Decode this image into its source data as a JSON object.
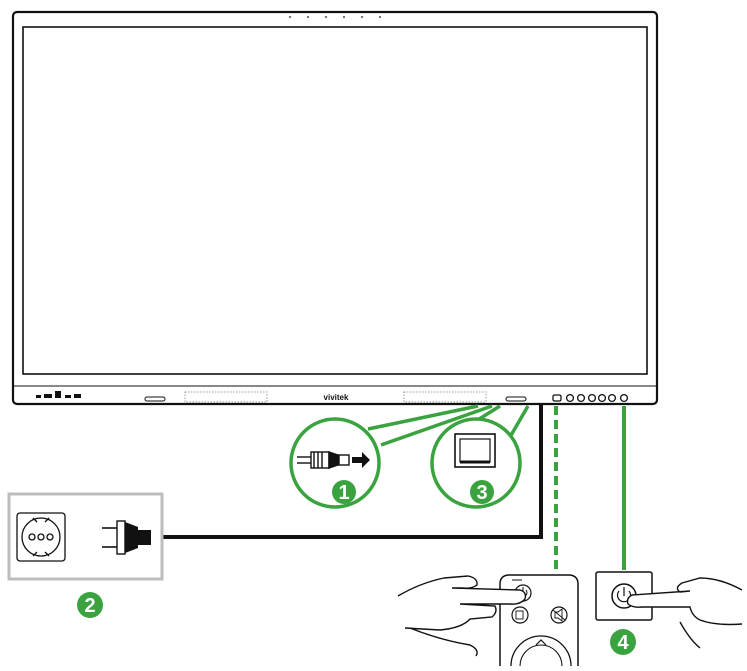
{
  "display": {
    "brand": "vivitek"
  },
  "steps": [
    {
      "number": "1",
      "label": ""
    },
    {
      "number": "2",
      "label": ""
    },
    {
      "number": "3",
      "label": ""
    },
    {
      "number": "4",
      "label": ""
    }
  ],
  "colors": {
    "accent_green": "#3aa340",
    "outline": "#111111",
    "socket_frame": "#bdbdbd"
  },
  "icons": [
    "power-plug-icon",
    "wall-socket-icon",
    "rocker-switch-icon",
    "remote-power-button-icon",
    "panel-power-button-icon"
  ]
}
